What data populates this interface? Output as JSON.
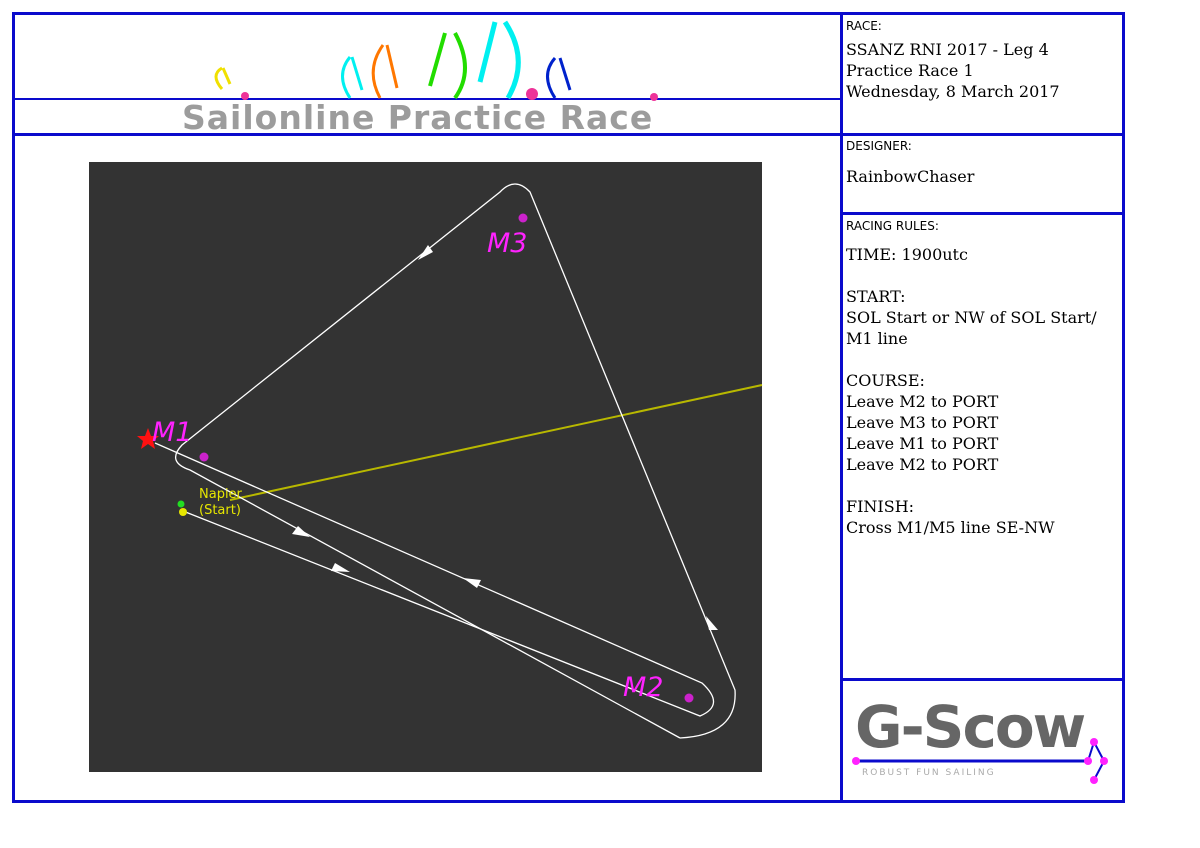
{
  "header": {
    "title": "Sailonline Practice Race"
  },
  "race": {
    "label": "RACE:",
    "line1": "SSANZ RNI 2017 - Leg 4",
    "line2": "Practice Race 1",
    "line3": "Wednesday, 8 March 2017"
  },
  "designer": {
    "label": "DESIGNER:",
    "name": "RainbowChaser"
  },
  "rules": {
    "label": "RACING RULES:",
    "text": "TIME: 1900utc\n\nSTART:\nSOL Start or NW of SOL Start/\nM1 line\n\nCOURSE:\nLeave M2 to PORT\nLeave M3 to PORT\nLeave M1 to PORT\nLeave M2 to PORT\n\nFINISH:\nCross M1/M5 line SE-NW"
  },
  "map": {
    "marks": {
      "m1": "M1",
      "m2": "M2",
      "m3": "M3"
    },
    "start_label_1": "Napier",
    "start_label_2": "(Start)"
  },
  "logo": {
    "name": "G-Scow",
    "tagline": "ROBUST FUN SAILING"
  },
  "colors": {
    "border": "#0a0acc",
    "mark": "#ff22ff",
    "map_bg": "#333333",
    "start": "#e6e600"
  }
}
